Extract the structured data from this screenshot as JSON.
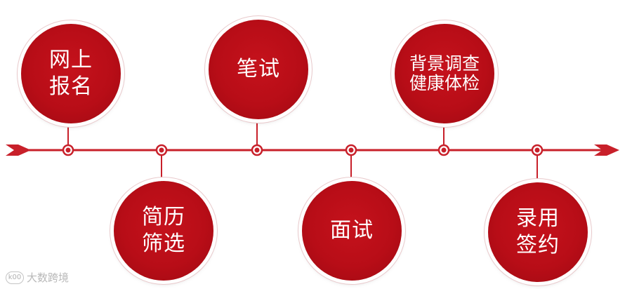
{
  "steps": [
    {
      "line1": "网上",
      "line2": "报名"
    },
    {
      "line1": "简历",
      "line2": "筛选"
    },
    {
      "line1": "笔试",
      "line2": ""
    },
    {
      "line1": "面试",
      "line2": ""
    },
    {
      "line1": "背景调查",
      "line2": "健康体检"
    },
    {
      "line1": "录用",
      "line2": "签约"
    }
  ],
  "watermark": {
    "text": "大数跨境",
    "logo": "k00"
  },
  "colors": {
    "accent": "#c5121c",
    "line": "#c8202a"
  }
}
